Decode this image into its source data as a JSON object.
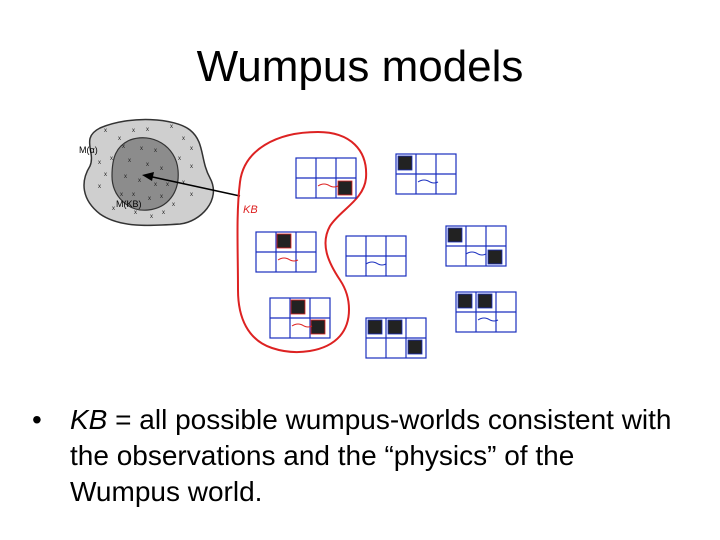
{
  "slide": {
    "title": "Wumpus models",
    "bullet_marker": "•",
    "bullet_term": "KB",
    "bullet_rest": " = all possible wumpus-worlds consistent with the observations and the “physics” of the Wumpus world."
  },
  "figure": {
    "left_diagram": {
      "outer_label": "M(α)",
      "inner_label": "M(KB)",
      "outer_color": "#c8c8c8",
      "inner_color": "#8a8a8a"
    },
    "kb_region": {
      "label": "KB",
      "color": "#dd2222"
    },
    "grid_color": "#1a2fbf"
  }
}
